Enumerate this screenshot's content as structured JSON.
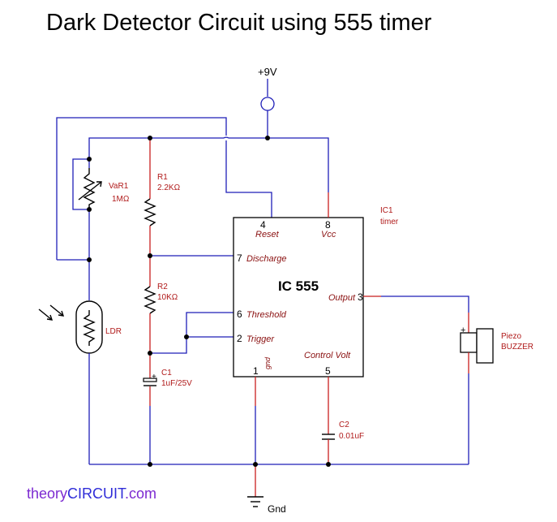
{
  "title": "Dark Detector Circuit using 555 timer",
  "supply_label": "+9V",
  "ground_label": "Gnd",
  "components": {
    "var1": {
      "ref": "VaR1",
      "value": "1MΩ"
    },
    "r1": {
      "ref": "R1",
      "value": "2.2KΩ"
    },
    "r2": {
      "ref": "R2",
      "value": "10KΩ"
    },
    "c1": {
      "ref": "C1",
      "value": "1uF/25V"
    },
    "c2": {
      "ref": "C2",
      "value": "0.01uF"
    },
    "ldr": {
      "ref": "LDR"
    },
    "ic": {
      "name": "IC 555",
      "ref": "IC1",
      "desc": "timer"
    },
    "buzzer": {
      "line1": "Piezo",
      "line2": "BUZZER"
    }
  },
  "pins": [
    {
      "num": "4",
      "name": "Reset"
    },
    {
      "num": "8",
      "name": "Vcc"
    },
    {
      "num": "7",
      "name": "Discharge"
    },
    {
      "num": "6",
      "name": "Threshold"
    },
    {
      "num": "2",
      "name": "Trigger"
    },
    {
      "num": "3",
      "name": "Output"
    },
    {
      "num": "1",
      "name": "gnd"
    },
    {
      "num": "5",
      "name": "Control Volt"
    }
  ],
  "polarity_plus": "+",
  "brand": {
    "part1": "theory",
    "part2": "CIRCUIT",
    "part3": ".com"
  },
  "colors": {
    "wire": "#1f1fb8",
    "pin_wire": "#c81e1e",
    "label": "#b01a1a",
    "brand_purple": "#7c2ad1",
    "brand_blue": "#2f2cd8"
  }
}
